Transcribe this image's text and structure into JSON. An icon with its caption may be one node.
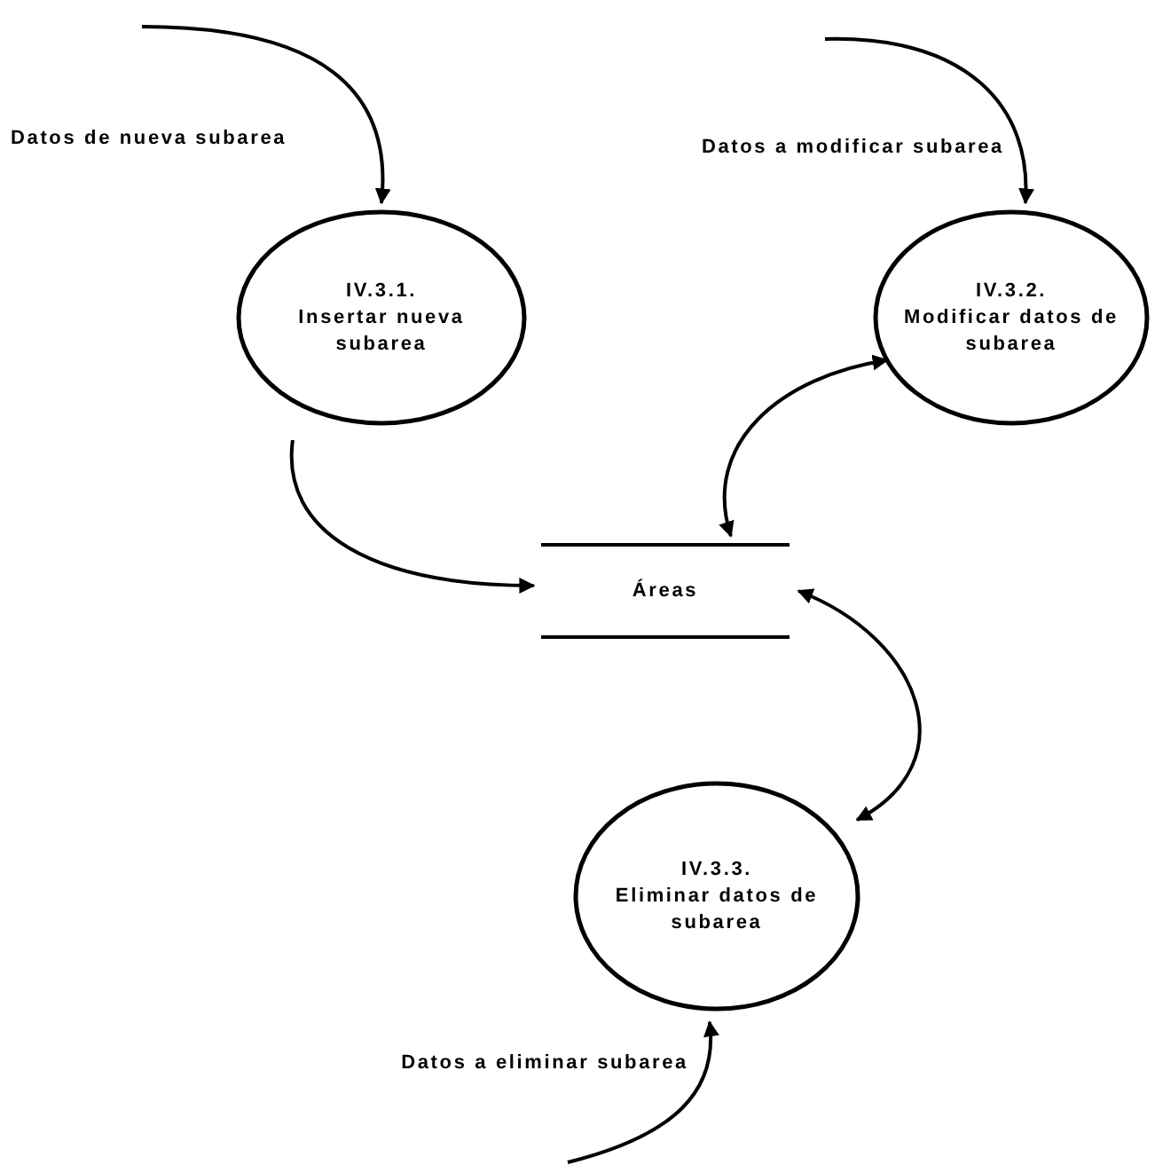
{
  "diagram": {
    "nodes": [
      {
        "text": [
          "IV.3.1.",
          "Insertar nueva subarea"
        ]
      },
      {
        "text": [
          "IV.3.2.",
          "Modificar datos de subarea"
        ]
      },
      {
        "text": [
          "Áreas"
        ]
      },
      {
        "text": [
          "IV.3.3.",
          "Eliminar datos de subarea"
        ]
      }
    ],
    "edges": [
      {
        "from": null,
        "to": 0,
        "arrow": "to",
        "label": "Datos de nueva subarea"
      },
      {
        "from": null,
        "to": 1,
        "arrow": "to",
        "label": "Datos a modificar subarea"
      },
      {
        "from": 0,
        "to": 2,
        "arrow": "to"
      },
      {
        "from": 1,
        "to": 2,
        "arrow": "both"
      },
      {
        "from": 2,
        "to": 3,
        "arrow": "both"
      },
      {
        "from": null,
        "to": 3,
        "arrow": "to",
        "label": "Datos a eliminar subarea"
      }
    ]
  }
}
